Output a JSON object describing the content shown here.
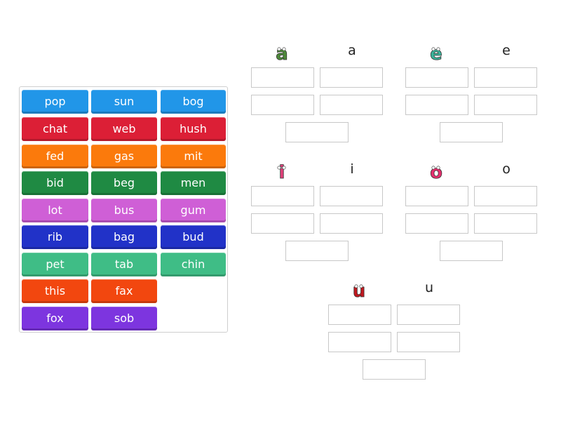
{
  "word_bank": {
    "tiles": [
      {
        "word": "pop",
        "color": "#2196e8"
      },
      {
        "word": "sun",
        "color": "#2196e8"
      },
      {
        "word": "bog",
        "color": "#2196e8"
      },
      {
        "word": "chat",
        "color": "#dc1f36"
      },
      {
        "word": "web",
        "color": "#dc1f36"
      },
      {
        "word": "hush",
        "color": "#dc1f36"
      },
      {
        "word": "fed",
        "color": "#fb7a0c"
      },
      {
        "word": "gas",
        "color": "#fb7a0c"
      },
      {
        "word": "mit",
        "color": "#fb7a0c"
      },
      {
        "word": "bid",
        "color": "#1f8a43"
      },
      {
        "word": "beg",
        "color": "#1f8a43"
      },
      {
        "word": "men",
        "color": "#1f8a43"
      },
      {
        "word": "lot",
        "color": "#cf5fd6"
      },
      {
        "word": "bus",
        "color": "#cf5fd6"
      },
      {
        "word": "gum",
        "color": "#cf5fd6"
      },
      {
        "word": "rib",
        "color": "#2132c8"
      },
      {
        "word": "bag",
        "color": "#2132c8"
      },
      {
        "word": "bud",
        "color": "#2132c8"
      },
      {
        "word": "pet",
        "color": "#3fbd86"
      },
      {
        "word": "tab",
        "color": "#3fbd86"
      },
      {
        "word": "chin",
        "color": "#3fbd86"
      },
      {
        "word": "this",
        "color": "#f2470f"
      },
      {
        "word": "fax",
        "color": "#f2470f"
      },
      {
        "word": "fox",
        "color": "#7d35df"
      },
      {
        "word": "sob",
        "color": "#7d35df"
      }
    ]
  },
  "groups": [
    {
      "label": "a",
      "icon": "letter-a-character-icon",
      "icon_color": "#4e8a3a"
    },
    {
      "label": "e",
      "icon": "letter-e-character-icon",
      "icon_color": "#3bb39a"
    },
    {
      "label": "i",
      "icon": "letter-i-character-icon",
      "icon_color": "#e0407a"
    },
    {
      "label": "o",
      "icon": "letter-o-character-icon",
      "icon_color": "#e62f6e"
    },
    {
      "label": "u",
      "icon": "letter-u-character-icon",
      "icon_color": "#c0181f"
    }
  ],
  "slots_per_group": 5
}
